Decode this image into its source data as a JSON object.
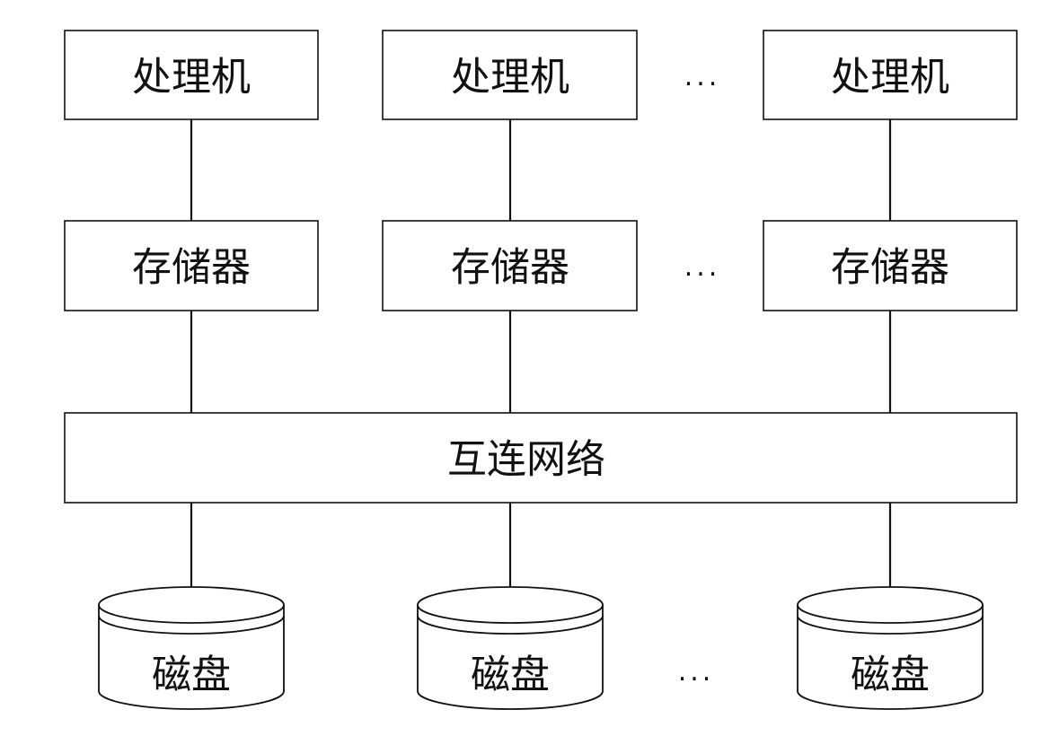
{
  "processors": [
    {
      "label": "处理机"
    },
    {
      "label": "处理机"
    },
    {
      "label": "处理机"
    }
  ],
  "memories": [
    {
      "label": "存储器"
    },
    {
      "label": "存储器"
    },
    {
      "label": "存储器"
    }
  ],
  "network": {
    "label": "互连网络"
  },
  "disks": [
    {
      "label": "磁盘"
    },
    {
      "label": "磁盘"
    },
    {
      "label": "磁盘"
    }
  ],
  "ellipses": {
    "processor_row": "···",
    "memory_row": "···",
    "disk_row": "···"
  }
}
